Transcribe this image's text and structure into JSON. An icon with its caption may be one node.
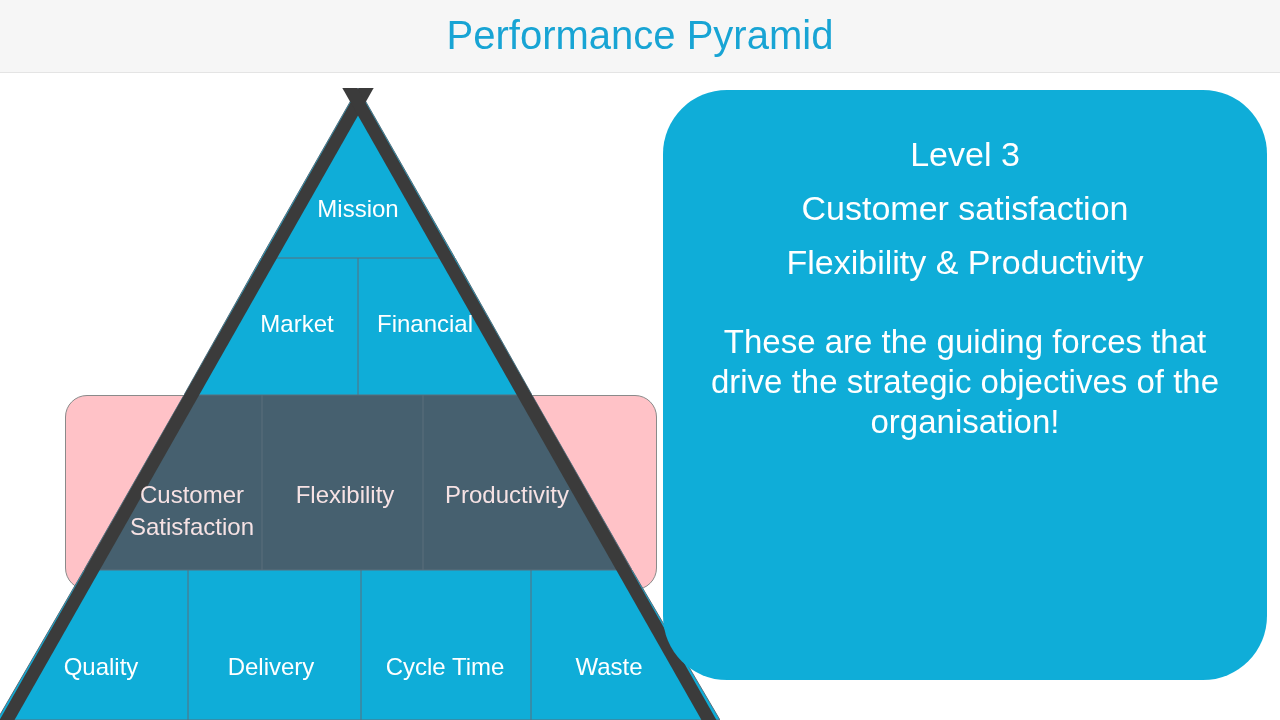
{
  "diagram": {
    "title": "Performance Pyramid",
    "nodes": [
      {
        "text": [
          "Mission"
        ]
      },
      {
        "text": [
          "Market"
        ]
      },
      {
        "text": [
          "Financial"
        ]
      },
      {
        "text": [
          "Customer Satisfaction"
        ]
      },
      {
        "text": [
          "Flexibility"
        ]
      },
      {
        "text": [
          "Productivity"
        ]
      },
      {
        "text": [
          "Quality"
        ]
      },
      {
        "text": [
          "Delivery"
        ]
      },
      {
        "text": [
          "Cycle Time"
        ]
      },
      {
        "text": [
          "Waste"
        ]
      },
      {
        "text": [
          "Level 3",
          "Customer satisfaction",
          "Flexibility & Productivity",
          "These are the guiding forces that drive the strategic objectives of the organisation!"
        ]
      }
    ],
    "edges": []
  }
}
